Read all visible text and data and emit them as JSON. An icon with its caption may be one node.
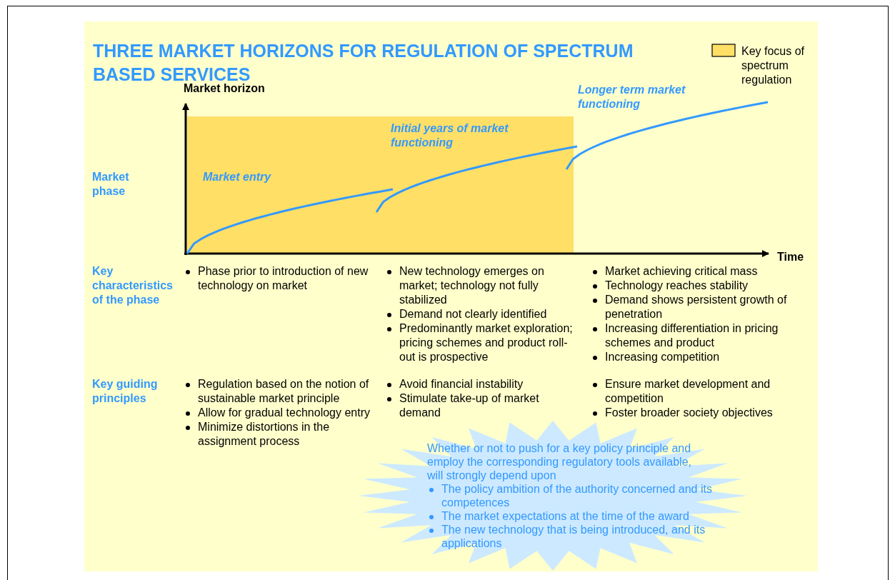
{
  "diagram": {
    "title": "THREE MARKET HORIZONS FOR REGULATION OF SPECTRUM BASED SERVICES",
    "nodes": [
      {
        "text": [
          "Whether or not to push for a key policy principle and employ the corresponding regulatory tools available, will strongly depend upon",
          "The policy ambition of the authority concerned and its competences",
          "The market expectations at the time of the award",
          "The new technology that is being introduced, and its applications"
        ]
      }
    ],
    "edges": [],
    "labels": [
      "Market horizon",
      "Time",
      "Market phase",
      "Market entry",
      "Initial years of market functioning",
      "Longer term market functioning",
      "Key characteristics of the phase",
      "Phase prior to introduction of new technology on market",
      "New technology emerges on market; technology not fully stabilized",
      "Demand not clearly identified",
      "Predominantly market exploration; pricing schemes and product roll-out is prospective",
      "Market achieving critical mass",
      "Technology reaches stability",
      "Demand shows persistent growth of penetration",
      "Increasing differentiation in pricing schemes and product",
      "Increasing competition",
      "Key guiding principles",
      "Regulation based on the notion of sustainable market principle",
      "Allow for gradual technology entry",
      "Minimize distortions in the assignment process",
      "Avoid financial instability",
      "Stimulate take-up of market demand",
      "Ensure market development and competition",
      "Foster broader society objectives"
    ],
    "legend": [
      {
        "text": "Key focus of spectrum regulation",
        "color": "#ffdf66"
      }
    ]
  }
}
